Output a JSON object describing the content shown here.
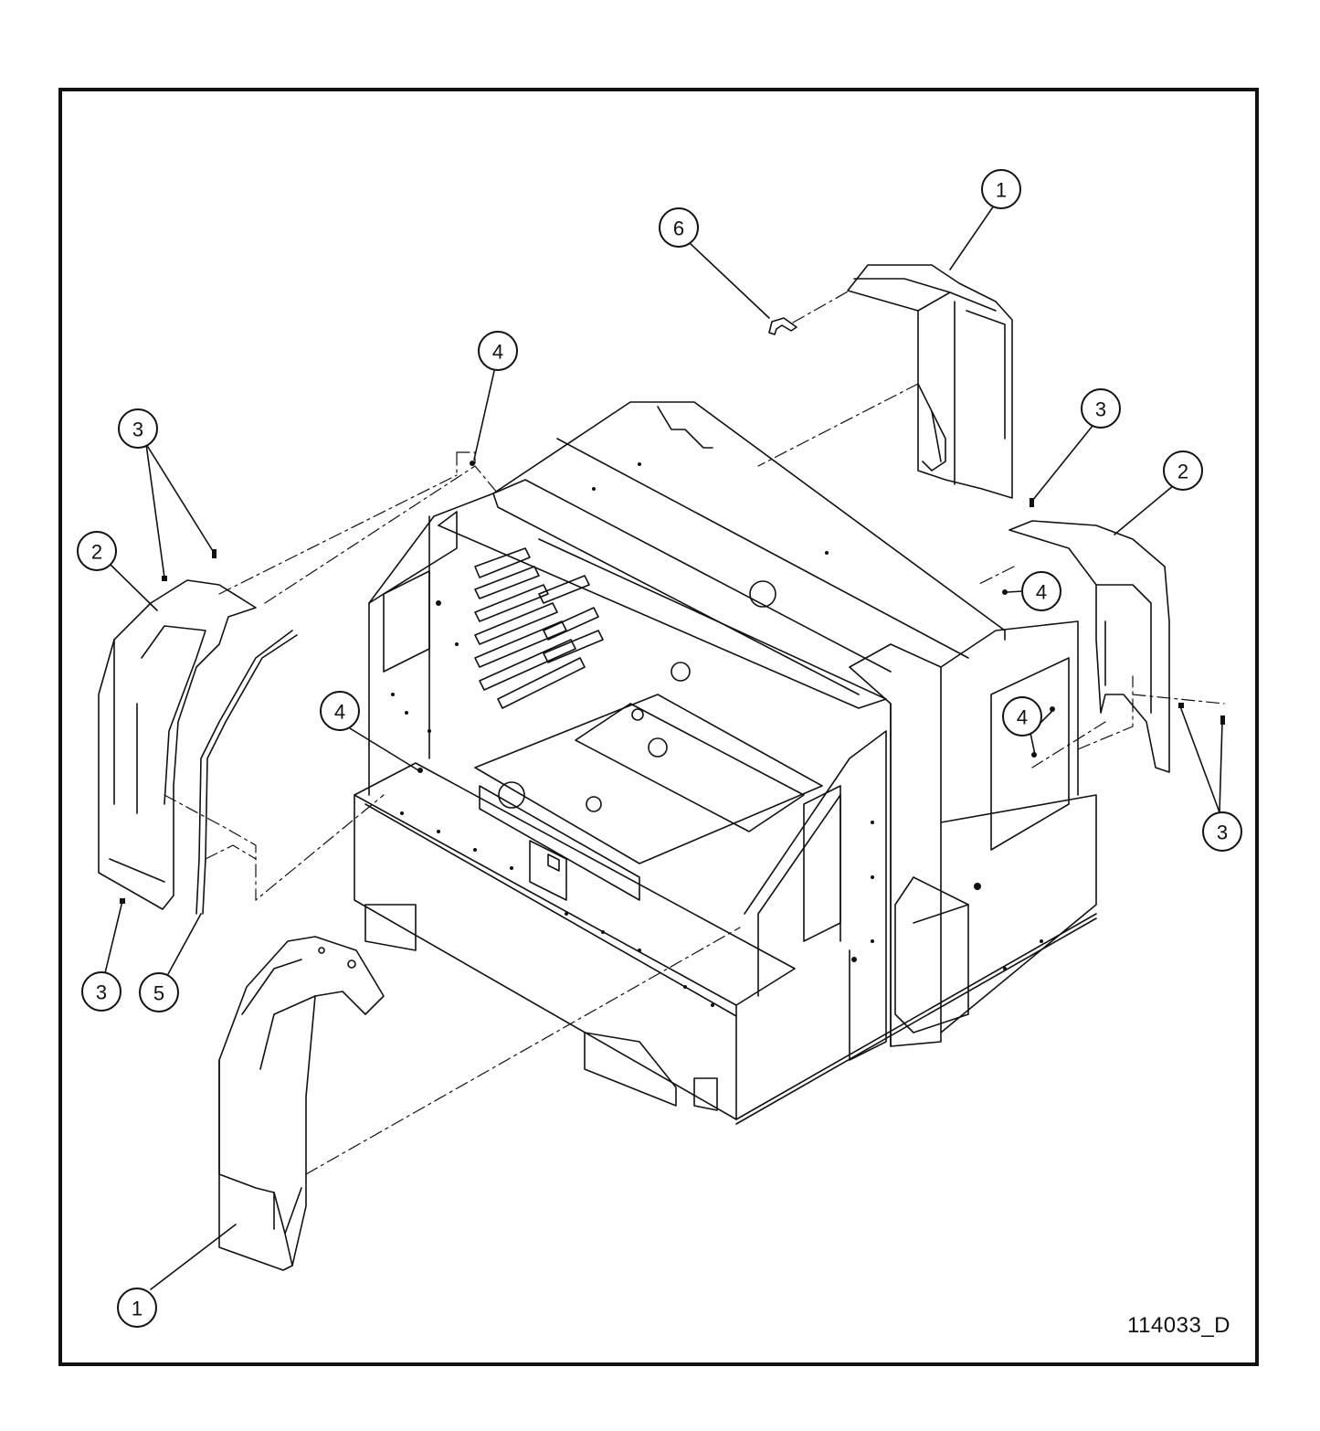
{
  "diagram": {
    "drawing_number": "114033_D",
    "callouts": [
      {
        "id": "c1-top",
        "label": "1"
      },
      {
        "id": "c1-bottom",
        "label": "1"
      },
      {
        "id": "c2-left",
        "label": "2"
      },
      {
        "id": "c2-right",
        "label": "2"
      },
      {
        "id": "c3-left-top",
        "label": "3"
      },
      {
        "id": "c3-left-bottom",
        "label": "3"
      },
      {
        "id": "c3-right-top",
        "label": "3"
      },
      {
        "id": "c3-right-bottom",
        "label": "3"
      },
      {
        "id": "c4-top",
        "label": "4"
      },
      {
        "id": "c4-left",
        "label": "4"
      },
      {
        "id": "c4-right-upper",
        "label": "4"
      },
      {
        "id": "c4-right-lower",
        "label": "4"
      },
      {
        "id": "c5",
        "label": "5"
      },
      {
        "id": "c6",
        "label": "6"
      }
    ]
  },
  "colors": {
    "line": "#111111",
    "background": "#ffffff"
  }
}
